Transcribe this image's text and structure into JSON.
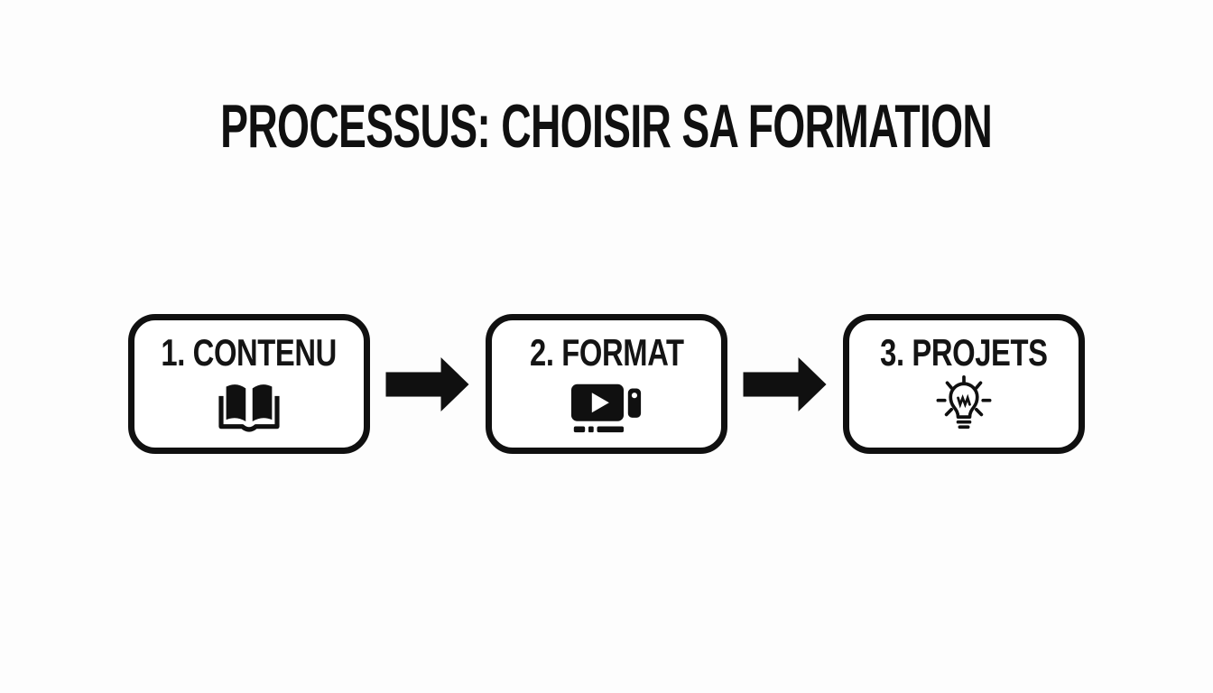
{
  "title": "PROCESSUS: CHOISIR SA FORMATION",
  "colors": {
    "background": "#fdfdfd",
    "ink": "#101010",
    "box_fill": "#ffffff"
  },
  "steps": [
    {
      "label": "1. CONTENU",
      "icon": "open-book-icon"
    },
    {
      "label": "2. FORMAT",
      "icon": "video-player-icon"
    },
    {
      "label": "3. PROJETS",
      "icon": "lightbulb-icon"
    }
  ],
  "connector_icon": "arrow-right-icon"
}
